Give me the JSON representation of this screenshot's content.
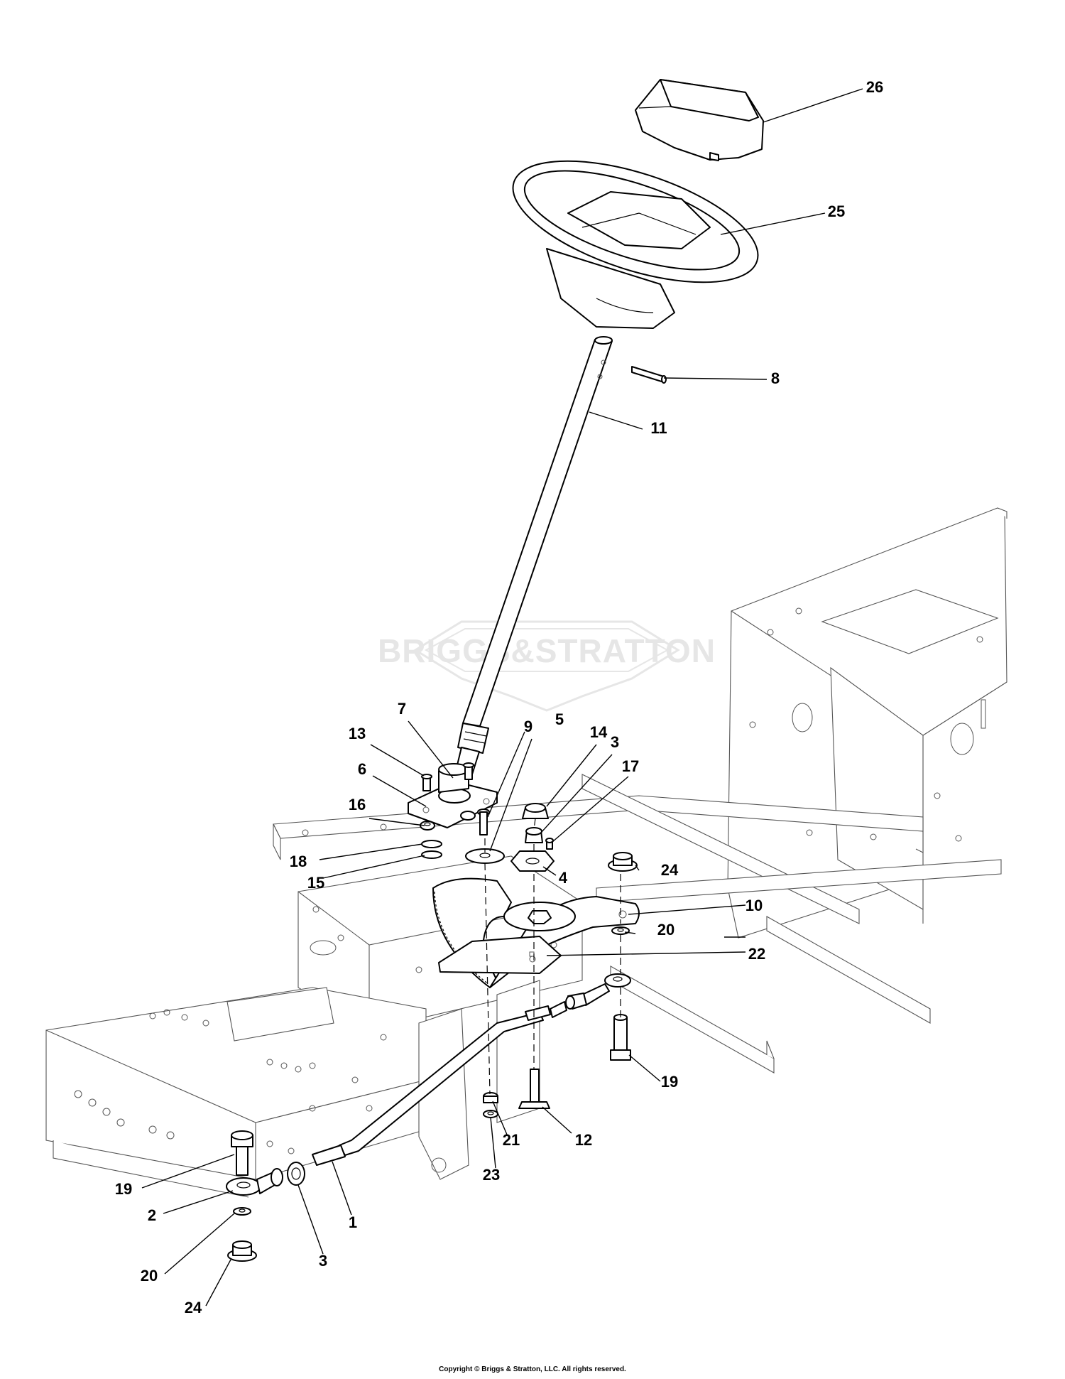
{
  "watermark": "BRIGGS&STRATTON",
  "copyright": "Copyright © Briggs & Stratton, LLC. All rights reserved.",
  "callouts": [
    {
      "id": "c26",
      "label": "26"
    },
    {
      "id": "c25",
      "label": "25"
    },
    {
      "id": "c8",
      "label": "8"
    },
    {
      "id": "c11",
      "label": "11"
    },
    {
      "id": "c7",
      "label": "7"
    },
    {
      "id": "c9",
      "label": "9"
    },
    {
      "id": "c5",
      "label": "5"
    },
    {
      "id": "c14",
      "label": "14"
    },
    {
      "id": "c3a",
      "label": "3"
    },
    {
      "id": "c13",
      "label": "13"
    },
    {
      "id": "c17",
      "label": "17"
    },
    {
      "id": "c6",
      "label": "6"
    },
    {
      "id": "c16",
      "label": "16"
    },
    {
      "id": "c18",
      "label": "18"
    },
    {
      "id": "c24a",
      "label": "24"
    },
    {
      "id": "c4",
      "label": "4"
    },
    {
      "id": "c15",
      "label": "15"
    },
    {
      "id": "c10",
      "label": "10"
    },
    {
      "id": "c20a",
      "label": "20"
    },
    {
      "id": "c22",
      "label": "22"
    },
    {
      "id": "c19a",
      "label": "19"
    },
    {
      "id": "c21",
      "label": "21"
    },
    {
      "id": "c12",
      "label": "12"
    },
    {
      "id": "c23",
      "label": "23"
    },
    {
      "id": "c19b",
      "label": "19"
    },
    {
      "id": "c1",
      "label": "1"
    },
    {
      "id": "c2",
      "label": "2"
    },
    {
      "id": "c3b",
      "label": "3"
    },
    {
      "id": "c20b",
      "label": "20"
    },
    {
      "id": "c24b",
      "label": "24"
    }
  ]
}
